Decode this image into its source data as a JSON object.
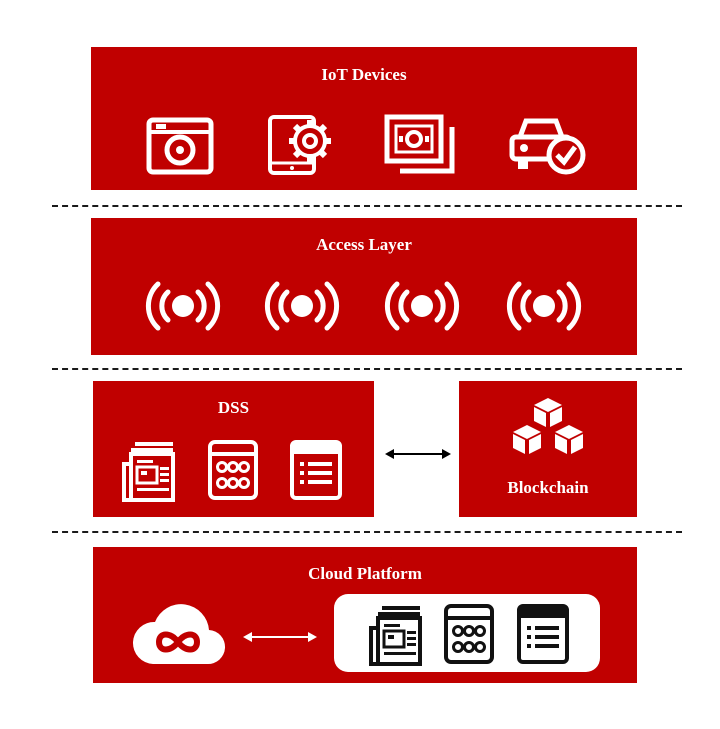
{
  "layers": {
    "iot": {
      "title": "IoT Devices",
      "icons": [
        "camera-icon",
        "tablet-settings-icon",
        "money-icon",
        "car-check-icon"
      ]
    },
    "access": {
      "title": "Access Layer",
      "icons": [
        "signal-icon",
        "signal-icon",
        "signal-icon",
        "signal-icon"
      ]
    },
    "dss": {
      "title": "DSS",
      "icons": [
        "newspaper-icon",
        "keypad-icon",
        "list-icon"
      ]
    },
    "blockchain": {
      "title": "Blockchain",
      "icon": "cubes-icon"
    },
    "cloud": {
      "title": "Cloud Platform",
      "icons": [
        "cloud-infinity-icon",
        "newspaper-icon",
        "keypad-icon",
        "list-icon"
      ]
    }
  },
  "colors": {
    "primary": "#c00000",
    "text": "#ffffff",
    "divider": "#1a1a1a"
  }
}
